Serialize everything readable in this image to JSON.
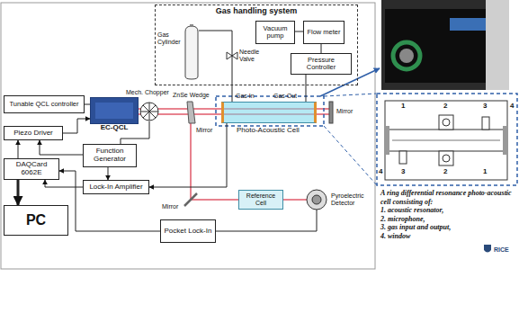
{
  "diagram": {
    "nodes": [
      {
        "text": [
          "Gas handling system"
        ]
      },
      {
        "text": [
          "Gas Cylinder"
        ],
        "in": 0
      },
      {
        "text": [
          "Vacuum pump"
        ],
        "in": 0
      },
      {
        "text": [
          "Flow meter"
        ],
        "in": 0
      },
      {
        "text": [
          "Pressure Controller"
        ],
        "in": 0
      },
      {
        "text": [
          "Tunable QCL controller"
        ]
      },
      {
        "text": [
          "EC-QCL"
        ]
      },
      {
        "text": [
          "Photo-Acoustic Cell"
        ]
      },
      {
        "text": [
          "Piezo Driver"
        ]
      },
      {
        "text": [
          "Function Generator"
        ]
      },
      {
        "text": [
          "DAQCard 6062E"
        ]
      },
      {
        "text": [
          "Lock-In Amplifier"
        ]
      },
      {
        "text": [
          "Reference Cell"
        ]
      },
      {
        "text": [
          "Pocket Lock-In"
        ]
      },
      {
        "text": [
          "PC"
        ]
      }
    ],
    "edges": [
      {
        "from": 2,
        "to": 3,
        "arrow": "none"
      },
      {
        "from": 3,
        "to": 4,
        "arrow": "none"
      },
      {
        "from": 1,
        "to": 7,
        "arrow": "none"
      },
      {
        "from": 7,
        "to": 4,
        "arrow": "none"
      },
      {
        "from": 5,
        "to": 6,
        "arrow": "none"
      },
      {
        "from": 8,
        "to": 6,
        "arrow": "to"
      },
      {
        "from": 9,
        "to": 8,
        "arrow": "to"
      },
      {
        "from": 9,
        "to": 11,
        "arrow": "to"
      },
      {
        "from": 11,
        "to": 10,
        "arrow": "to"
      },
      {
        "from": 10,
        "to": 8,
        "arrow": "to"
      },
      {
        "from": 10,
        "to": 14,
        "arrow": "to"
      },
      {
        "from": 13,
        "to": 10,
        "arrow": "to"
      },
      {
        "from": 7,
        "to": 11,
        "arrow": "to"
      }
    ],
    "labels": [
      "Mech. Chopper",
      "ZnSe Wedge",
      "Gas In",
      "Gas Out",
      "Needle Valve",
      "Mirror",
      "Mirror",
      "Mirror",
      "Pyroelectric Detector",
      "1",
      "2",
      "3",
      "4",
      "4",
      "3",
      "2",
      "1",
      "A ring differential resonance photo-acoustic cell consisting of:",
      "1. acoustic resonator,",
      "2. microphone,",
      "3. gas input and output,",
      "4. window",
      "RICE"
    ]
  }
}
